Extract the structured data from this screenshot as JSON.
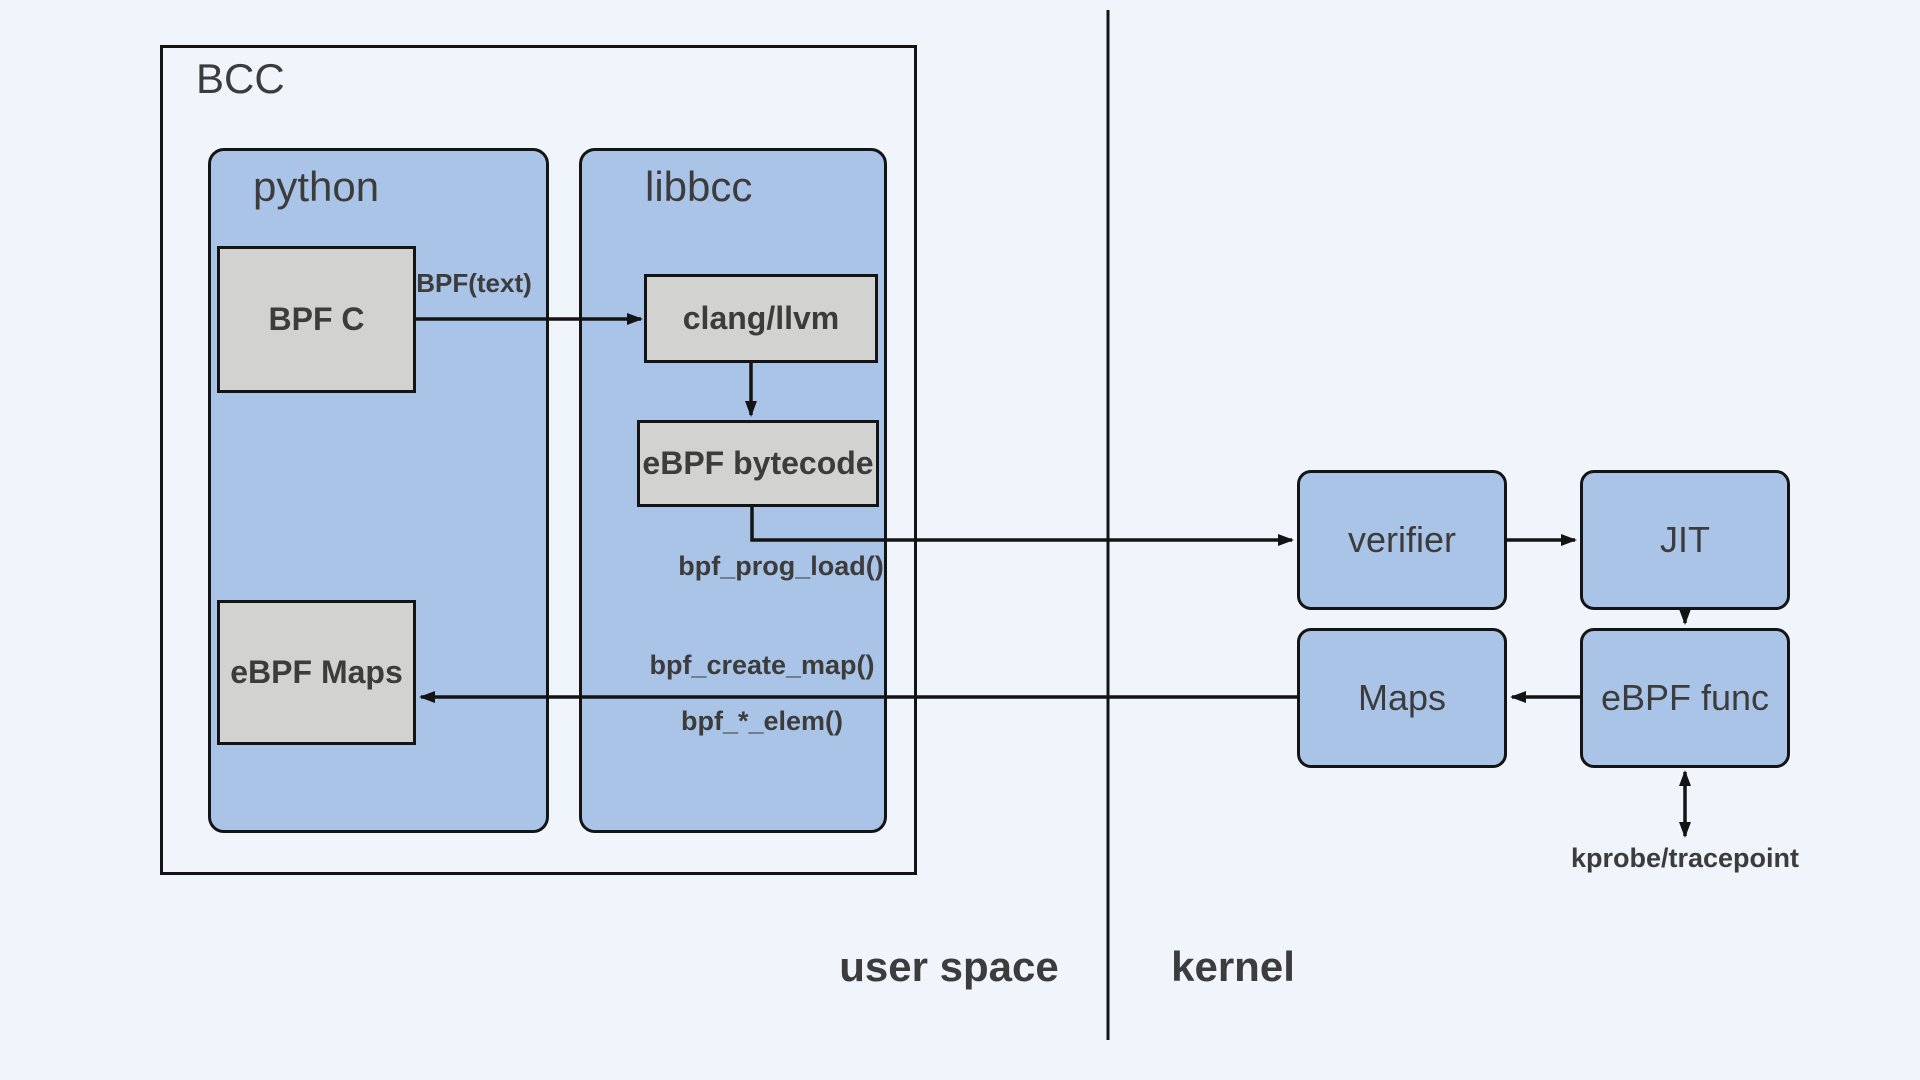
{
  "colors": {
    "box_blue": "#aac4e8",
    "box_gray": "#d2d2d0",
    "line_color": "#141414",
    "text_color": "#3c3c3c",
    "bg_color": "#f0f4fb"
  },
  "boxes": {
    "bcc": "BCC",
    "python": "python",
    "libbcc": "libbcc",
    "bpf_c": "BPF C",
    "clang_llvm": "clang/llvm",
    "ebpf_bytecode": "eBPF bytecode",
    "ebpf_maps": "eBPF Maps",
    "verifier": "verifier",
    "jit": "JIT",
    "maps": "Maps",
    "ebpf_func": "eBPF func"
  },
  "edge_labels": {
    "bpf_text": "BPF(text)",
    "bpf_prog_load": "bpf_prog_load()",
    "bpf_create_map": "bpf_create_map()",
    "bpf_star_elem": "bpf_*_elem()",
    "kprobe_tracepoint": "kprobe/tracepoint"
  },
  "zones": {
    "user_space": "user space",
    "kernel": "kernel"
  }
}
